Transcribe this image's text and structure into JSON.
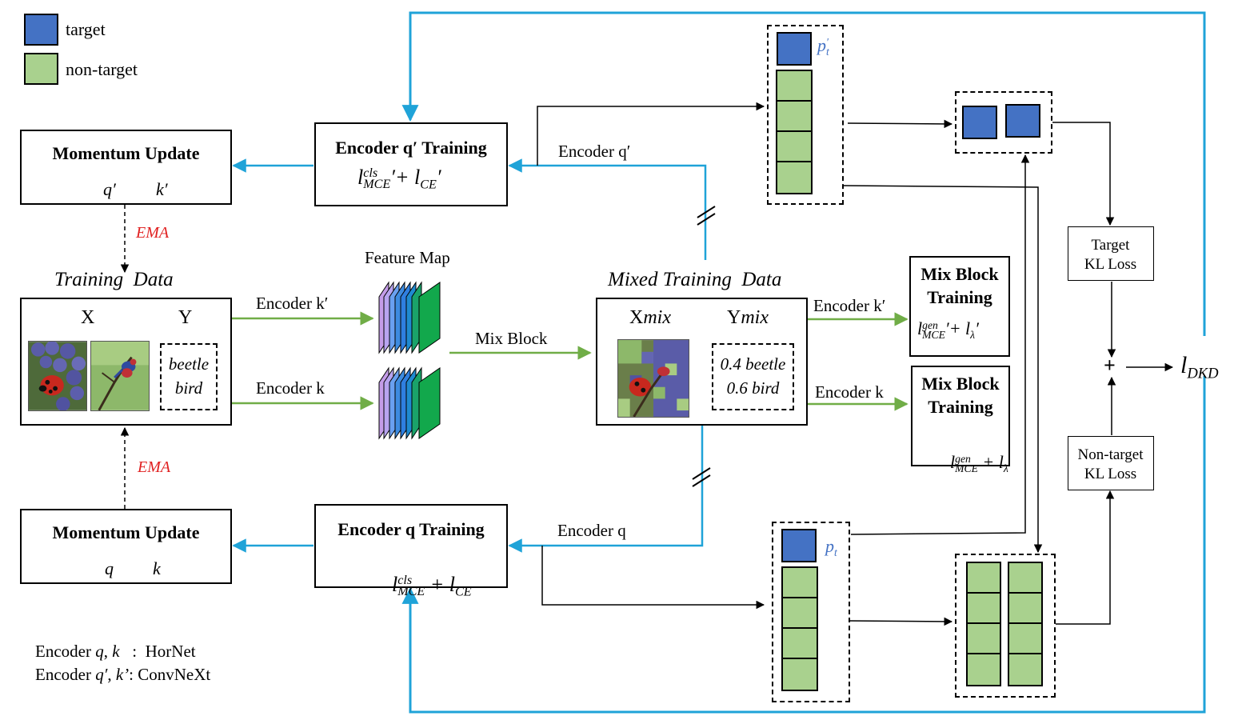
{
  "legend": {
    "items": [
      {
        "label": "target",
        "color": "#4472c4"
      },
      {
        "label": "non-target",
        "color": "#a9d18e"
      }
    ]
  },
  "colors": {
    "flow_blue": "#1fa3d8",
    "flow_green": "#70ad47",
    "target": "#4472c4",
    "non_target": "#a9d18e",
    "ema": "#e02020"
  },
  "momentum_top": {
    "title": "Momentum Update",
    "from": "q′",
    "to": "k′"
  },
  "momentum_bottom": {
    "title": "Momentum Update",
    "from": "q",
    "to": "k"
  },
  "ema_labels": [
    "EMA",
    "EMA"
  ],
  "training_data": {
    "title": "Training  Data",
    "x_label": "X",
    "y_label": "Y",
    "labels": [
      "beetle",
      "bird"
    ]
  },
  "feature_map": {
    "title": "Feature Map"
  },
  "encoder_qp_training": {
    "title": "Encoder q′ Training",
    "loss_main": "l",
    "loss_sup": "cls",
    "loss_sub": "MCE",
    "loss_rest": "′+ l",
    "loss_sub2": "CE",
    "loss_end": "′"
  },
  "encoder_q_training": {
    "title": "Encoder q Training",
    "loss_main": "l",
    "loss_sup": "cls",
    "loss_sub": "MCE",
    "loss_rest": " + l",
    "loss_sub2": "CE"
  },
  "edge_labels": {
    "encoder_kp": "Encoder k′",
    "encoder_k": "Encoder k",
    "mix_block": "Mix Block",
    "encoder_qp": "Encoder q′",
    "encoder_q": "Encoder q",
    "encoder_kp_right": "Encoder k′",
    "encoder_k_right": "Encoder k"
  },
  "mixed_data": {
    "title": "Mixed Training  Data",
    "x_label_a": "X",
    "x_label_b": "mix",
    "y_label_a": "Y",
    "y_label_b": "mix",
    "labels": [
      "0.4 beetle",
      "0.6 bird"
    ]
  },
  "mix_block_top": {
    "title_1": "Mix Block",
    "title_2": "Training",
    "loss_main": "l",
    "loss_sup": "gen",
    "loss_sub": "MCE",
    "loss_rest": "′+ l",
    "loss_sub2": "λ",
    "loss_end": "′"
  },
  "mix_block_bottom": {
    "title_1": "Mix Block",
    "title_2": "Training",
    "loss_main": "l",
    "loss_sup": "gen",
    "loss_sub": "MCE",
    "loss_rest": " + l",
    "loss_sub2": "λ"
  },
  "prob_top": {
    "label_main": "p",
    "label_sub": "t",
    "label_prime": "′"
  },
  "prob_bottom": {
    "label_main": "p",
    "label_sub": "t"
  },
  "target_kl": {
    "line1": "Target",
    "line2": "KL Loss"
  },
  "nontarget_kl": {
    "line1": "Non-target",
    "line2": "KL Loss"
  },
  "plus": "+",
  "output": {
    "main": "l",
    "sub": "DKD"
  },
  "footnote": {
    "line1_a": "Encoder ",
    "line1_b": "q",
    "line1_c": ", ",
    "line1_d": "k",
    "line1_e": "   :  HorNet",
    "line2_a": "Encoder ",
    "line2_b": "q′",
    "line2_c": ", ",
    "line2_d": "k’",
    "line2_e": ": ConvNeXt"
  }
}
